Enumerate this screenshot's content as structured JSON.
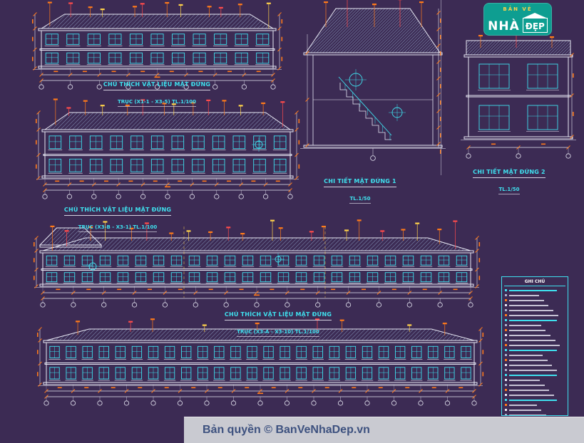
{
  "colors": {
    "background": "#3C2B54",
    "line": "#E8E8F4",
    "cyan": "#3FE0EE",
    "orange": "#FF7A1A",
    "red": "#FF4B4B",
    "yellow": "#FFD24A",
    "hatch": "#8FA3C6",
    "logo_teal": "#0E9E91",
    "footer_bg": "#C9CAD1",
    "footer_text": "#3D517F"
  },
  "titles": {
    "a1": "CHÚ THÍCH VẬT LIỆU MẶT ĐỨNG",
    "a2": "TRỤC (X1-1 - X3-5) TL.1/100",
    "b1": "CHÚ THÍCH VẬT LIỆU MẶT ĐỨNG",
    "b2": "TRỤC (X3-B - X3-1) TL.1/100",
    "c1": "CHI TIẾT MẶT ĐỨNG 1",
    "c2": "TL.1/50",
    "d1": "CHI TIẾT MẶT ĐỨNG 2",
    "d2": "TL.1/50",
    "e1": "CHÚ THÍCH VẬT LIỆU MẶT ĐỨNG",
    "e2": "TRỤC (X3-A - X3-10) TL.1/100"
  },
  "logo": {
    "tag": "BẢN VẼ",
    "name1": "NHÀ",
    "name2": "ĐẸP"
  },
  "legend": {
    "title": "GHI CHÚ"
  },
  "footer": {
    "text": "Bản quyền © BanVeNhaDep.vn"
  }
}
